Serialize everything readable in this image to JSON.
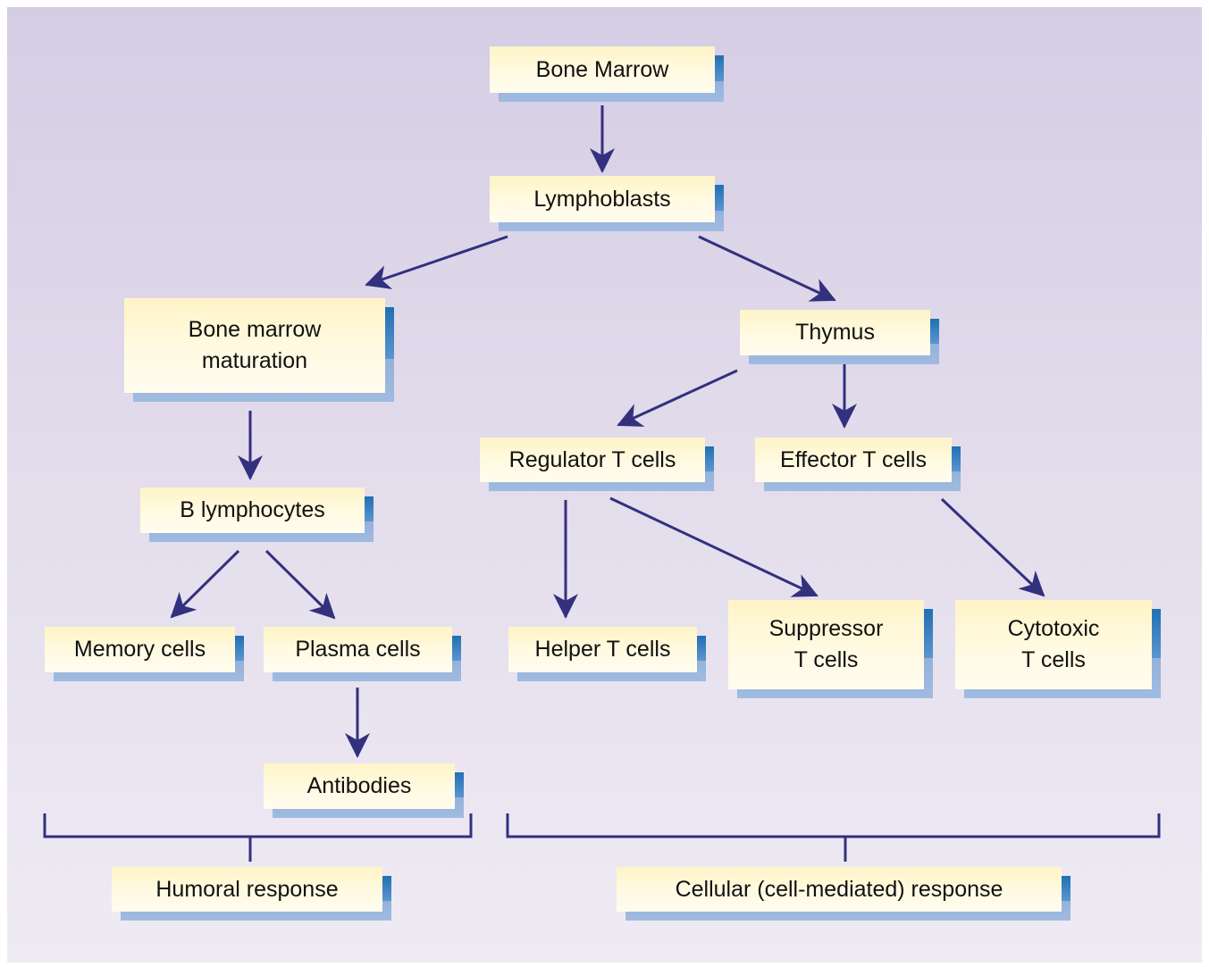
{
  "colors": {
    "arrow": "#33307e",
    "box_fill": "#fff6d2",
    "box_shadow": "#93b0da",
    "box_shadow_edge": "#1f70b5"
  },
  "nodes": {
    "bone_marrow": "Bone Marrow",
    "lymphoblasts": "Lymphoblasts",
    "bone_marrow_maturation": "Bone marrow\nmaturation",
    "thymus": "Thymus",
    "b_lymphocytes": "B lymphocytes",
    "regulator_t_cells": "Regulator T cells",
    "effector_t_cells": "Effector T cells",
    "memory_cells": "Memory cells",
    "plasma_cells": "Plasma cells",
    "helper_t_cells": "Helper T cells",
    "suppressor_t_cells": "Suppressor\nT cells",
    "cytotoxic_t_cells": "Cytotoxic\nT cells",
    "antibodies": "Antibodies",
    "humoral_response": "Humoral response",
    "cellular_response": "Cellular (cell-mediated) response"
  },
  "edges": [
    {
      "from": "bone_marrow",
      "to": "lymphoblasts"
    },
    {
      "from": "lymphoblasts",
      "to": "bone_marrow_maturation"
    },
    {
      "from": "lymphoblasts",
      "to": "thymus"
    },
    {
      "from": "bone_marrow_maturation",
      "to": "b_lymphocytes"
    },
    {
      "from": "thymus",
      "to": "regulator_t_cells"
    },
    {
      "from": "thymus",
      "to": "effector_t_cells"
    },
    {
      "from": "b_lymphocytes",
      "to": "memory_cells"
    },
    {
      "from": "b_lymphocytes",
      "to": "plasma_cells"
    },
    {
      "from": "regulator_t_cells",
      "to": "helper_t_cells"
    },
    {
      "from": "regulator_t_cells",
      "to": "suppressor_t_cells"
    },
    {
      "from": "effector_t_cells",
      "to": "cytotoxic_t_cells"
    },
    {
      "from": "plasma_cells",
      "to": "antibodies"
    }
  ],
  "groupings": [
    {
      "label_node": "humoral_response",
      "members": [
        "memory_cells",
        "plasma_cells",
        "antibodies"
      ]
    },
    {
      "label_node": "cellular_response",
      "members": [
        "helper_t_cells",
        "suppressor_t_cells",
        "cytotoxic_t_cells"
      ]
    }
  ]
}
